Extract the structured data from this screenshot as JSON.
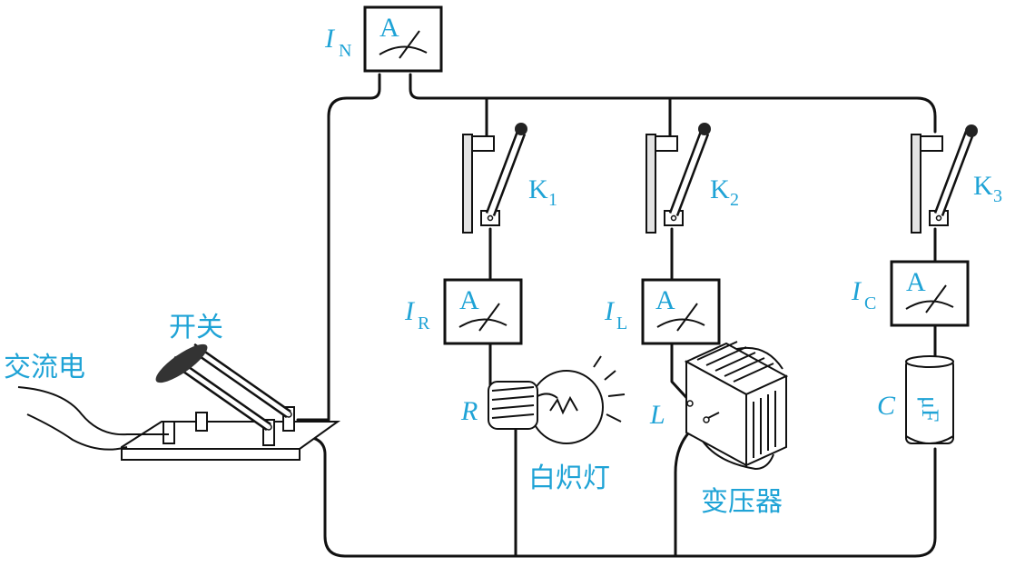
{
  "colors": {
    "label": "#1fa3d6",
    "line": "#111111",
    "rail": "#e3e3e3"
  },
  "labels": {
    "ac_source": "交流电",
    "main_switch": "开关",
    "bulb": "白炽灯",
    "transformer": "变压器"
  },
  "meters": {
    "main": {
      "symbol": "A",
      "label_italic": "I",
      "label_sub": "N"
    },
    "r": {
      "symbol": "A",
      "label_italic": "I",
      "label_sub": "R"
    },
    "l": {
      "symbol": "A",
      "label_italic": "I",
      "label_sub": "L"
    },
    "c": {
      "symbol": "A",
      "label_italic": "I",
      "label_sub": "C"
    }
  },
  "switches": {
    "k1": {
      "letter": "K",
      "sub": "1"
    },
    "k2": {
      "letter": "K",
      "sub": "2"
    },
    "k3": {
      "letter": "K",
      "sub": "3"
    }
  },
  "components": {
    "resistor_symbol": "R",
    "inductor_symbol": "L",
    "capacitor_symbol": "C",
    "capacitor_unit": "μF"
  }
}
